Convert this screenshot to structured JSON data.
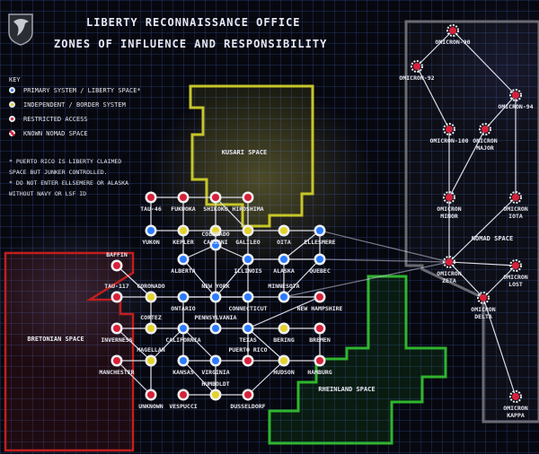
{
  "header": {
    "title": "LIBERTY RECONNAISSANCE OFFICE",
    "subtitle": "ZONES OF INFLUENCE AND RESPONSIBILITY"
  },
  "key": {
    "heading": "KEY",
    "items": [
      {
        "label": "PRIMARY SYSTEM / LIBERTY SPACE*",
        "type": "liberty"
      },
      {
        "label": "INDEPENDENT / BORDER SYSTEM",
        "type": "independent"
      },
      {
        "label": "RESTRICTED ACCESS",
        "type": "restricted"
      },
      {
        "label": "KNOWN NOMAD SPACE",
        "type": "nomad"
      }
    ]
  },
  "notes": [
    "* PUERTO RICO IS LIBERTY CLAIMED",
    "SPACE BUT JUNKER CONTROLLED.",
    "* DO NOT ENTER ELLSEMERE OR ALASKA",
    "WITHOUT NAVY OR LSF ID"
  ],
  "colors": {
    "liberty": "#2b7bff",
    "independent": "#e2d22a",
    "restricted": "#d8203a",
    "nomad": "#d8203a",
    "kusari_zone": "#c6c62a",
    "rheinland_zone": "#2fb52f",
    "bretonian_zone": "#c21e1e",
    "nomad_zone": "#6a6a72"
  },
  "zones": {
    "kusari": "KUSARI SPACE",
    "rheinland": "RHEINLAND SPACE",
    "bretonian": "BRETONIAN SPACE",
    "nomad": "NOMAD SPACE"
  },
  "systems": [
    {
      "id": "tau46",
      "name": "TAU-46",
      "type": "restricted"
    },
    {
      "id": "fukuoka",
      "name": "FUKUOKA",
      "type": "restricted"
    },
    {
      "id": "shikoku",
      "name": "SHIKOKU",
      "type": "restricted"
    },
    {
      "id": "hiroshima",
      "name": "HIROSHIMA",
      "type": "restricted"
    },
    {
      "id": "yukon",
      "name": "YUKON",
      "type": "liberty"
    },
    {
      "id": "kepler",
      "name": "KEPLER",
      "type": "independent"
    },
    {
      "id": "cassini",
      "name": "CASSINI",
      "type": "independent"
    },
    {
      "id": "galileo",
      "name": "GALILEO",
      "type": "independent"
    },
    {
      "id": "oita",
      "name": "OITA",
      "type": "independent"
    },
    {
      "id": "ellesmere",
      "name": "ELLESMERE",
      "type": "liberty"
    },
    {
      "id": "colorado",
      "name": "COLORADO",
      "type": "liberty"
    },
    {
      "id": "alberta",
      "name": "ALBERTA",
      "type": "liberty"
    },
    {
      "id": "illinois",
      "name": "ILLINOIS",
      "type": "liberty"
    },
    {
      "id": "alaska",
      "name": "ALASKA",
      "type": "liberty"
    },
    {
      "id": "quebec",
      "name": "QUEBEC",
      "type": "liberty"
    },
    {
      "id": "baffin",
      "name": "BAFFIN",
      "type": "restricted"
    },
    {
      "id": "tau117",
      "name": "TAU-117",
      "type": "restricted"
    },
    {
      "id": "coronado",
      "name": "CORONADO",
      "type": "independent"
    },
    {
      "id": "newyork",
      "name": "NEW YORK",
      "type": "liberty"
    },
    {
      "id": "minnesota",
      "name": "MINNESOTA",
      "type": "liberty"
    },
    {
      "id": "ontario",
      "name": "ONTARIO",
      "type": "liberty"
    },
    {
      "id": "connecticut",
      "name": "CONNECTICUT",
      "type": "liberty"
    },
    {
      "id": "newhampshire",
      "name": "NEW HAMPSHIRE",
      "type": "restricted"
    },
    {
      "id": "cortez",
      "name": "CORTEZ",
      "type": "independent"
    },
    {
      "id": "pennsylvania",
      "name": "PENNSYLVANIA",
      "type": "liberty"
    },
    {
      "id": "inverness",
      "name": "INVERNESS",
      "type": "restricted"
    },
    {
      "id": "california",
      "name": "CALIFORNIA",
      "type": "liberty"
    },
    {
      "id": "texas",
      "name": "TEXAS",
      "type": "liberty"
    },
    {
      "id": "bering",
      "name": "BERING",
      "type": "independent"
    },
    {
      "id": "bremen",
      "name": "BREMEN",
      "type": "restricted"
    },
    {
      "id": "magellan",
      "name": "MAGELLAN",
      "type": "independent"
    },
    {
      "id": "puertorico",
      "name": "PUERTO RICO",
      "type": "restricted"
    },
    {
      "id": "manchester",
      "name": "MANCHESTER",
      "type": "restricted"
    },
    {
      "id": "kansas",
      "name": "KANSAS",
      "type": "liberty"
    },
    {
      "id": "virginia",
      "name": "VIRGINIA",
      "type": "liberty"
    },
    {
      "id": "hudson",
      "name": "HUDSON",
      "type": "independent"
    },
    {
      "id": "hamburg",
      "name": "HAMBURG",
      "type": "restricted"
    },
    {
      "id": "humboldt",
      "name": "HUMBOLDT",
      "type": "independent"
    },
    {
      "id": "unknown",
      "name": "UNKNOWN",
      "type": "restricted"
    },
    {
      "id": "vespucci",
      "name": "VESPUCCI",
      "type": "restricted"
    },
    {
      "id": "dusseldorf",
      "name": "DUSSELDORF",
      "type": "restricted"
    },
    {
      "id": "omicron90",
      "name": "OMICRON-90",
      "type": "nomad"
    },
    {
      "id": "omicron92",
      "name": "OMICRON-92",
      "type": "nomad"
    },
    {
      "id": "omicron94",
      "name": "OMICRON-94",
      "type": "nomad"
    },
    {
      "id": "omicron100",
      "name": "OMICRON-100",
      "type": "nomad"
    },
    {
      "id": "omicronmajor",
      "name": "OMICRON MAJOR",
      "type": "nomad"
    },
    {
      "id": "omicronminor",
      "name": "OMICRON MINOR",
      "type": "nomad"
    },
    {
      "id": "omicroniota",
      "name": "OMICRON IOTA",
      "type": "nomad"
    },
    {
      "id": "omicronzeta",
      "name": "OMICRON ZETA",
      "type": "nomad"
    },
    {
      "id": "omicronlost",
      "name": "OMICRON LOST",
      "type": "nomad"
    },
    {
      "id": "omicrondelta",
      "name": "OMICRON DELTA",
      "type": "nomad"
    },
    {
      "id": "omicronkappa",
      "name": "OMICRON KAPPA",
      "type": "nomad"
    }
  ],
  "lanes": [
    [
      "tau46",
      "fukuoka"
    ],
    [
      "fukuoka",
      "shikoku"
    ],
    [
      "shikoku",
      "hiroshima"
    ],
    [
      "fukuoka",
      "kepler"
    ],
    [
      "shikoku",
      "cassini"
    ],
    [
      "shikoku",
      "galileo"
    ],
    [
      "hiroshima",
      "galileo"
    ],
    [
      "tau46",
      "yukon"
    ],
    [
      "yukon",
      "kepler"
    ],
    [
      "kepler",
      "cassini"
    ],
    [
      "cassini",
      "galileo"
    ],
    [
      "galileo",
      "oita"
    ],
    [
      "oita",
      "ellesmere"
    ],
    [
      "kepler",
      "alberta"
    ],
    [
      "cassini",
      "colorado"
    ],
    [
      "alberta",
      "colorado"
    ],
    [
      "colorado",
      "illinois"
    ],
    [
      "galileo",
      "illinois"
    ],
    [
      "illinois",
      "alaska"
    ],
    [
      "alaska",
      "quebec"
    ],
    [
      "ellesmere",
      "alaska"
    ],
    [
      "ellesmere",
      "quebec"
    ],
    [
      "baffin",
      "coronado"
    ],
    [
      "tau117",
      "coronado"
    ],
    [
      "coronado",
      "newyork"
    ],
    [
      "alberta",
      "newyork"
    ],
    [
      "colorado",
      "newyork"
    ],
    [
      "illinois",
      "newyork"
    ],
    [
      "newyork",
      "ontario"
    ],
    [
      "newyork",
      "connecticut"
    ],
    [
      "newyork",
      "minnesota"
    ],
    [
      "alaska",
      "minnesota"
    ],
    [
      "quebec",
      "minnesota"
    ],
    [
      "minnesota",
      "newhampshire"
    ],
    [
      "illinois",
      "connecticut"
    ],
    [
      "newyork",
      "pennsylvania"
    ],
    [
      "coronado",
      "cortez"
    ],
    [
      "cortez",
      "inverness"
    ],
    [
      "ontario",
      "california"
    ],
    [
      "pennsylvania",
      "california"
    ],
    [
      "pennsylvania",
      "texas"
    ],
    [
      "connecticut",
      "texas"
    ],
    [
      "texas",
      "bering"
    ],
    [
      "bering",
      "bremen"
    ],
    [
      "newhampshire",
      "texas"
    ],
    [
      "inverness",
      "magellan"
    ],
    [
      "cortez",
      "california"
    ],
    [
      "california",
      "magellan"
    ],
    [
      "magellan",
      "manchester"
    ],
    [
      "california",
      "kansas"
    ],
    [
      "california",
      "virginia"
    ],
    [
      "texas",
      "puertorico"
    ],
    [
      "texas",
      "hudson"
    ],
    [
      "bremen",
      "hamburg"
    ],
    [
      "hudson",
      "hamburg"
    ],
    [
      "kansas",
      "virginia"
    ],
    [
      "virginia",
      "hudson"
    ],
    [
      "kansas",
      "humboldt"
    ],
    [
      "virginia",
      "humboldt"
    ],
    [
      "humboldt",
      "vespucci"
    ],
    [
      "humboldt",
      "dusseldorf"
    ],
    [
      "magellan",
      "unknown"
    ],
    [
      "hudson",
      "dusseldorf"
    ],
    [
      "manchester",
      "unknown"
    ],
    [
      "omicron90",
      "omicron92"
    ],
    [
      "omicron90",
      "omicron94"
    ],
    [
      "omicron92",
      "omicron100"
    ],
    [
      "omicron94",
      "omicronmajor"
    ],
    [
      "omicron94",
      "omicroniota"
    ],
    [
      "omicronmajor",
      "omicronminor"
    ],
    [
      "omicron100",
      "omicronminor"
    ],
    [
      "omicronminor",
      "omicronzeta"
    ],
    [
      "omicroniota",
      "omicronzeta"
    ],
    [
      "omicronzeta",
      "omicronlost"
    ],
    [
      "omicronzeta",
      "omicrondelta"
    ],
    [
      "omicronlost",
      "omicrondelta"
    ],
    [
      "omicrondelta",
      "omicronkappa"
    ],
    [
      "ellesmere",
      "omicronzeta"
    ],
    [
      "quebec",
      "omicronzeta"
    ],
    [
      "minnesota",
      "omicronzeta"
    ]
  ]
}
